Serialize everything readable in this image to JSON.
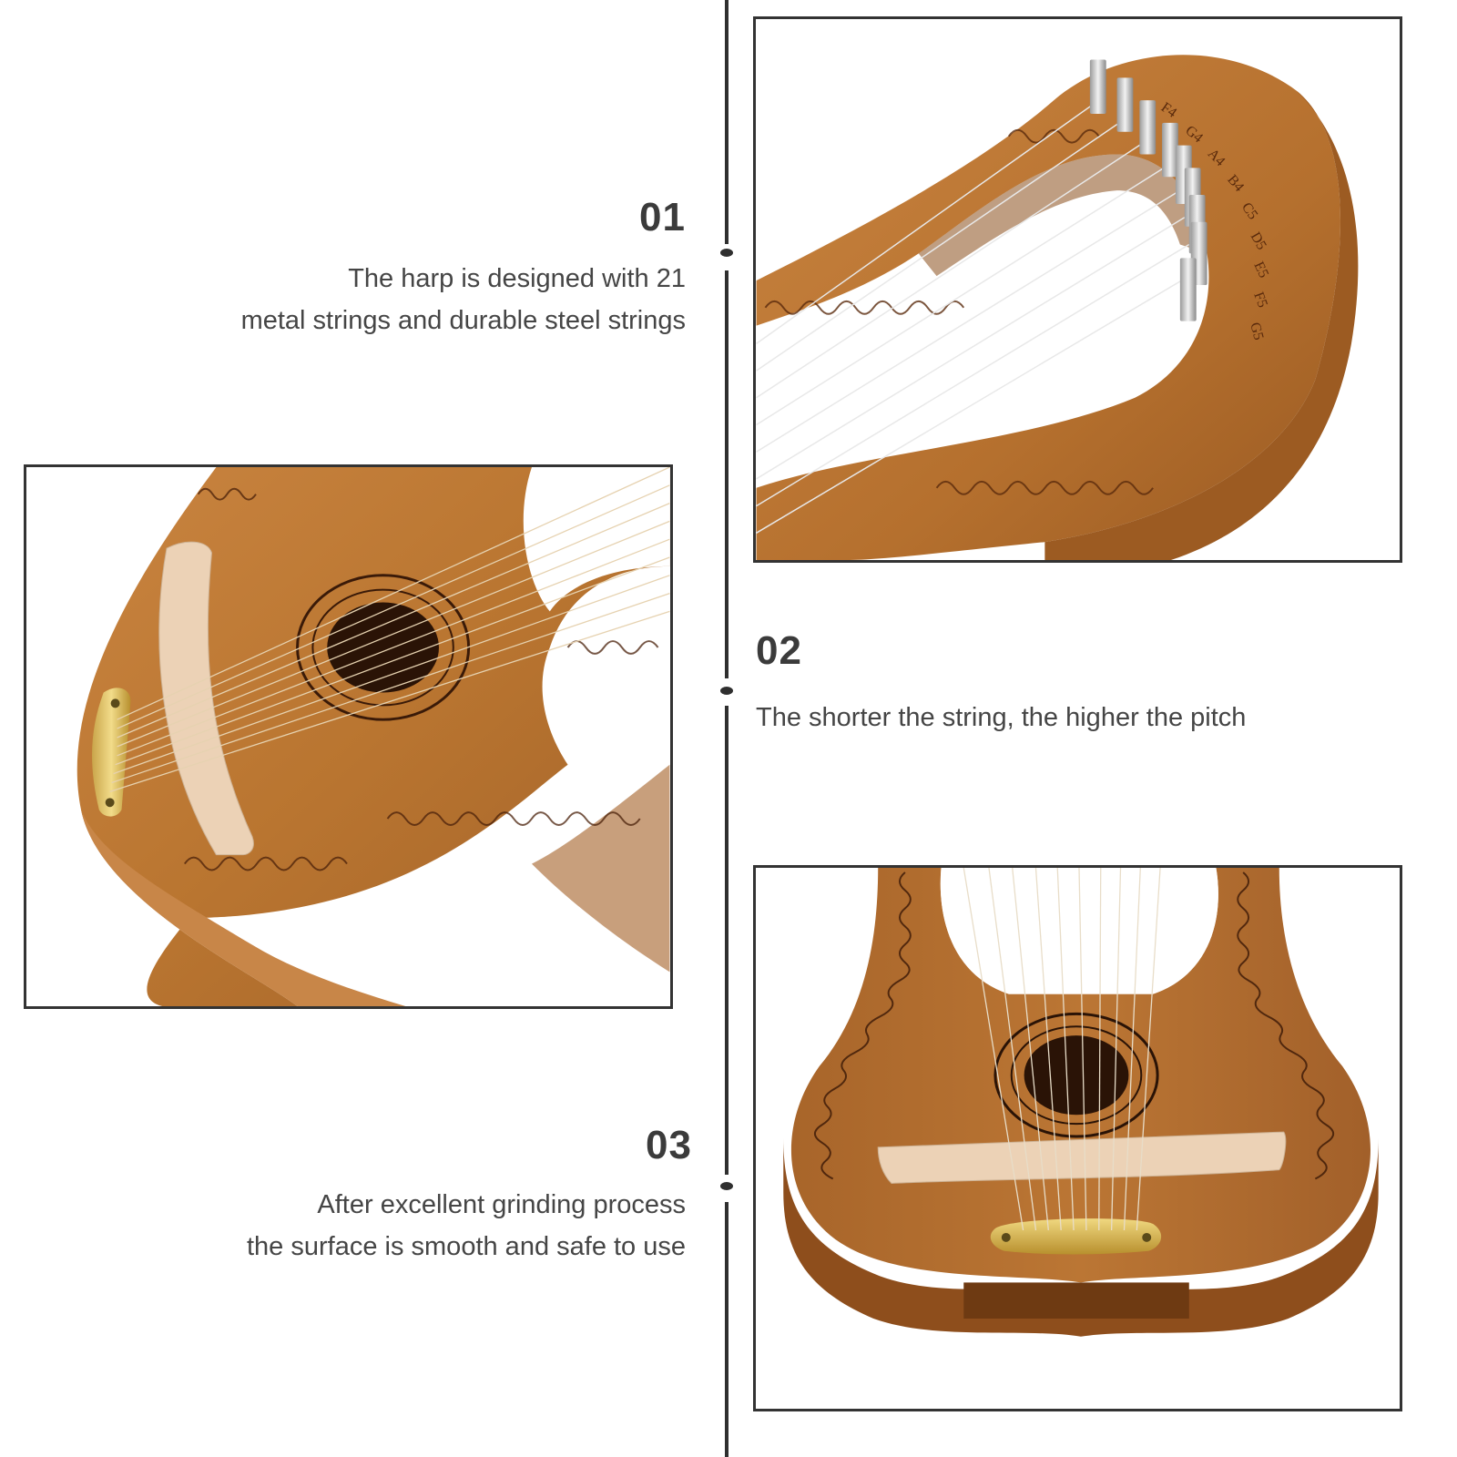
{
  "features": [
    {
      "number": "01",
      "lines": [
        "The harp is designed with 21",
        "metal strings and durable steel strings"
      ]
    },
    {
      "number": "02",
      "lines": [
        "The shorter the string, the higher the pitch"
      ]
    },
    {
      "number": "03",
      "lines": [
        "After excellent grinding process",
        "the surface is smooth and safe to use"
      ]
    }
  ],
  "photos": {
    "top_right": {
      "subject": "harp headstock with tuning pins and note labels",
      "note_labels": [
        "F4",
        "G4",
        "A4",
        "B4",
        "C5",
        "D5",
        "E5",
        "F5",
        "G5"
      ]
    },
    "middle_left": {
      "subject": "harp body close-up with bridge, sound hole and string anchor"
    },
    "bottom_right": {
      "subject": "harp body front view with sound hole, bridge and brass string anchor"
    }
  },
  "colors": {
    "wood": "#b5702e",
    "wood_dark": "#8a4f1c",
    "wood_light": "#d39250",
    "bridge": "#ecd2b6",
    "frame": "#333333",
    "text": "#454545",
    "timeline": "#2f2f2f"
  }
}
